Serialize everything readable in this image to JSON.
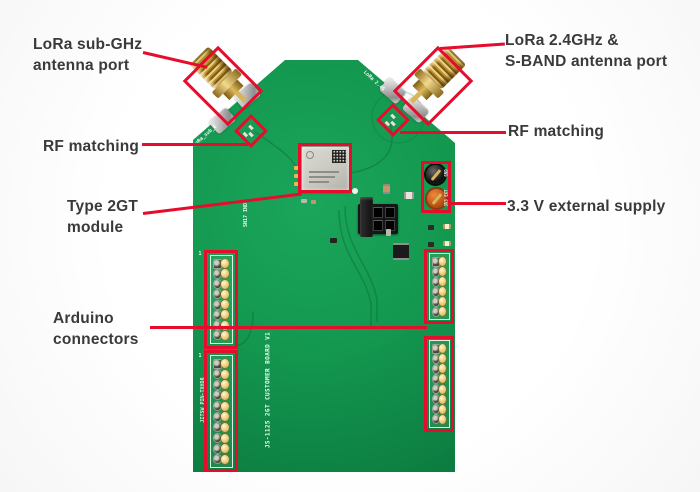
{
  "colors": {
    "accent_red": "#e60c2c",
    "pcb_green": "#149950",
    "gold": "#d9b558",
    "label_text": "#3a3a3a",
    "background": "#ffffff"
  },
  "labels": {
    "lora_subghz": "LoRa sub-GHz\nantenna port",
    "rf_matching_left": "RF matching",
    "type_2gt": "Type 2GT\nmodule",
    "arduino": "Arduino\nconnectors",
    "lora_24ghz": "LoRa 2.4GHz &\nS-BAND antenna port",
    "rf_matching_right": "RF matching",
    "ext_supply": "3.3 V external supply"
  },
  "board_silkscreen": {
    "main": "JS-1125 2GT CUSTOMER BOARD V1",
    "left_chamfer": "LoRa_sub_G",
    "right_chamfer": "LoRa 2.4G",
    "sn17": "SN17 IND",
    "left_edge": "JITSW PIN-TXHDR",
    "tx": "TX",
    "rx": "RX",
    "gnd": "GND",
    "v3": "3V3_EXT",
    "pin1": "1"
  },
  "connectors": {
    "left_top_pins": 8,
    "left_bottom_pins": 10,
    "right_top_pins": 6,
    "right_bottom_pins": 8
  }
}
